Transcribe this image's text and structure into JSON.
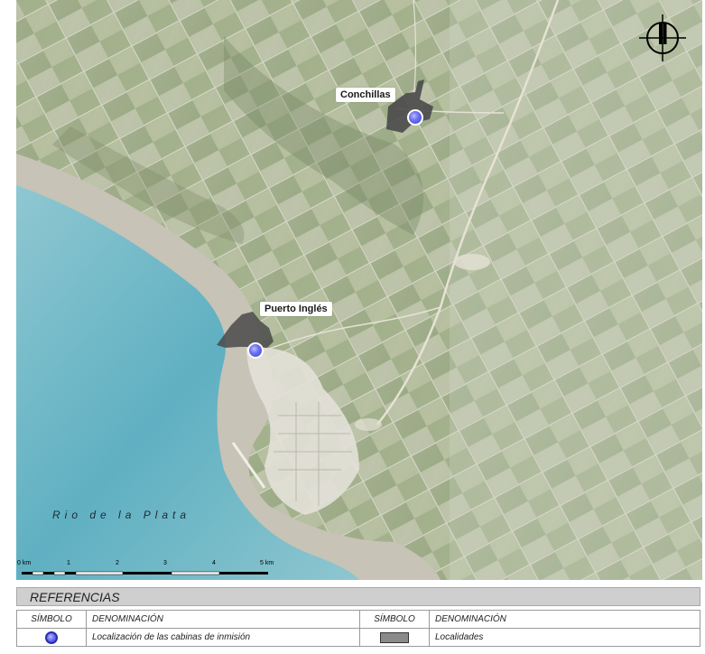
{
  "map": {
    "places": {
      "conchillas": "Conchillas",
      "puerto_ingles": "Puerto Inglés"
    },
    "water_label": "Rio de la Plata",
    "scale": {
      "ticks": [
        "0 km",
        "1",
        "2",
        "3",
        "4",
        "5 km"
      ]
    },
    "north_arrow_icon": "north-arrow-icon",
    "colors": {
      "water": "#6fb6c4",
      "station_marker": "#5a5ee8",
      "locality_fill": "#4a4a4a"
    }
  },
  "legend": {
    "title": "REFERENCIAS",
    "headers": {
      "symbol_1": "SÍMBOLO",
      "name_1": "DENOMINACIÓN",
      "symbol_2": "SÍMBOLO",
      "name_2": "DENOMINACIÓN"
    },
    "rows": {
      "station_desc": "Localización de las cabinas de inmisión",
      "locality_desc": "Localidades"
    }
  }
}
